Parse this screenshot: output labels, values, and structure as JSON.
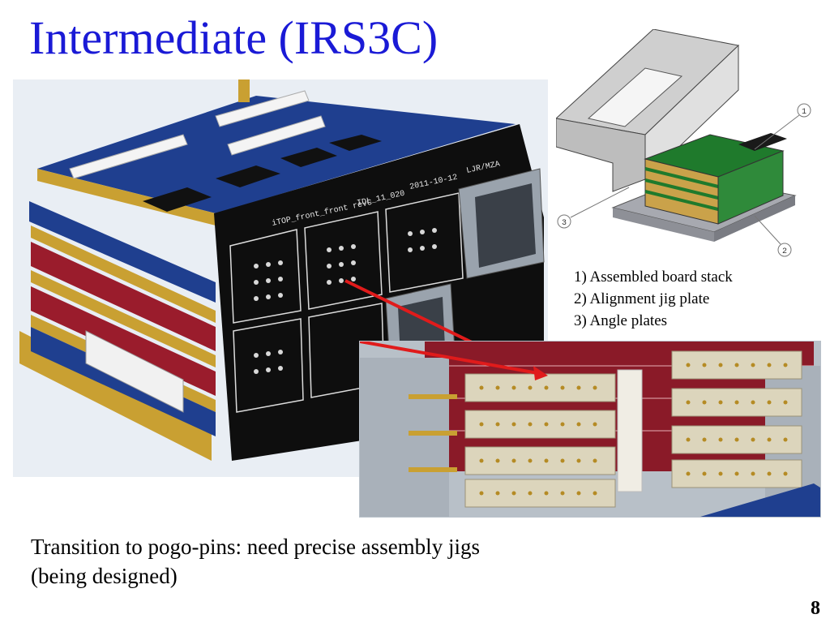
{
  "slide": {
    "title": "Intermediate (IRS3C)",
    "page_number": "8"
  },
  "cad_figure": {
    "callouts": [
      "1",
      "2",
      "3"
    ],
    "legend": [
      "1) Assembled board stack",
      "2) Alignment jig plate",
      "3) Angle plates"
    ]
  },
  "photo_main": {
    "board_silkscreen": [
      "iTOP_front_front revC",
      "IDL_11_020",
      "2011-10-12",
      "LJR/MZA"
    ]
  },
  "caption": {
    "lines": [
      "Transition to pogo-pins:  need precise assembly jigs",
      "(being designed)"
    ]
  },
  "colors": {
    "title": "#1a1ad6",
    "arrow": "#e01b1b",
    "pcb_blue": "#1f3f8f",
    "pcb_red": "#9a1c2c",
    "pcb_black": "#0e0e0e",
    "pcb_green": "#1f7a2c",
    "gold": "#c9a032",
    "jig_gray": "#bfbfbf"
  }
}
